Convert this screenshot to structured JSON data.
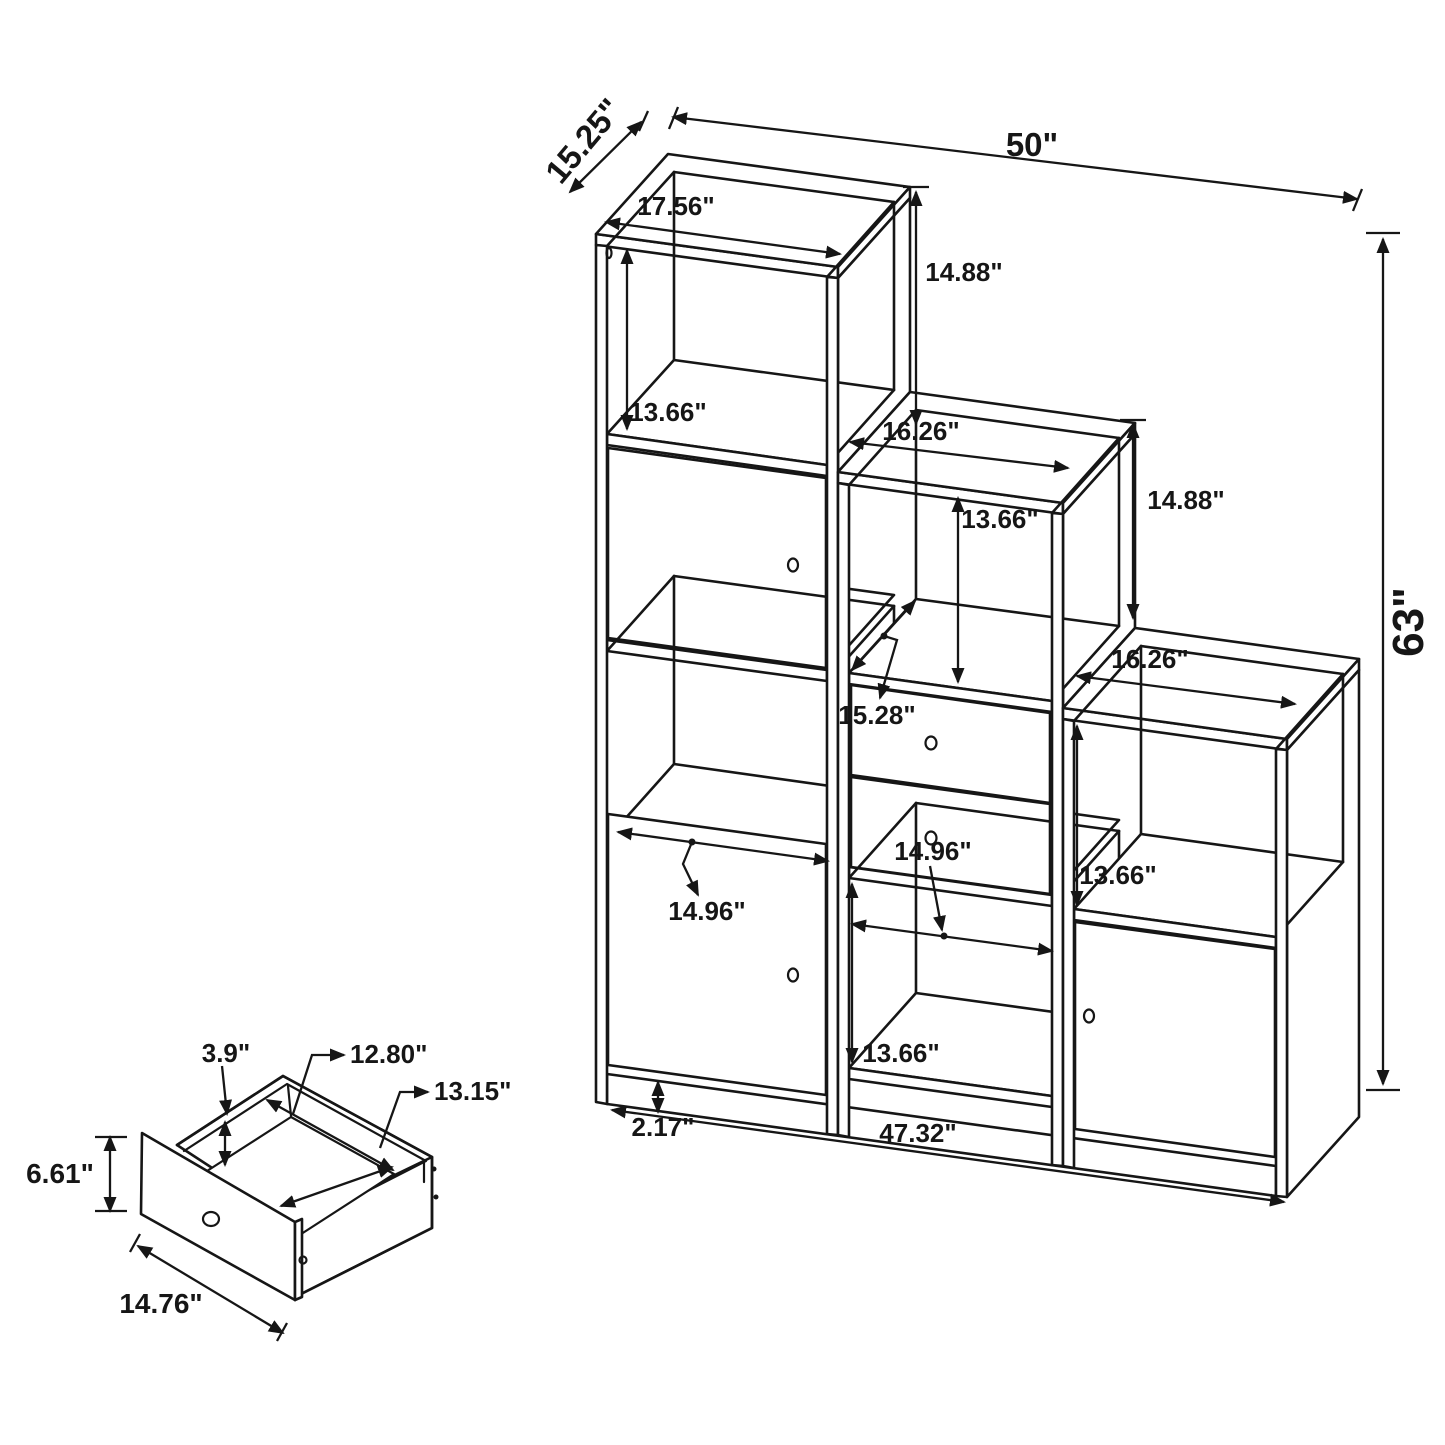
{
  "diagram": {
    "type": "furniture-dimension-line-drawing",
    "subject": "stair-step bookcase with doors and drawers, plus drawer detail view",
    "background_color": "#ffffff",
    "line_color": "#161616"
  },
  "main_unit": {
    "labels": {
      "depth": "15.25\"",
      "overall_width": "50\"",
      "top_surface_width": "17.56\"",
      "top_step_height": "14.88\"",
      "left_cube_height": "13.66\"",
      "middle_top_width": "16.26\"",
      "middle_cube_height": "13.66\"",
      "middle_step_height": "14.88\"",
      "overall_height": "63\"",
      "right_top_width": "16.26\"",
      "middle_shelf_depth": "15.28\"",
      "left_shelf_width": "14.96\"",
      "middle_bottom_width": "14.96\"",
      "middle_bottom_height": "13.66\"",
      "right_cube_height": "13.66\"",
      "base_height": "2.17\"",
      "bottom_width": "47.32\""
    }
  },
  "drawer_detail": {
    "labels": {
      "back_clearance": "3.9\"",
      "interior_width": "12.80\"",
      "interior_depth": "13.15\"",
      "front_height": "6.61\"",
      "front_width": "14.76\""
    }
  }
}
